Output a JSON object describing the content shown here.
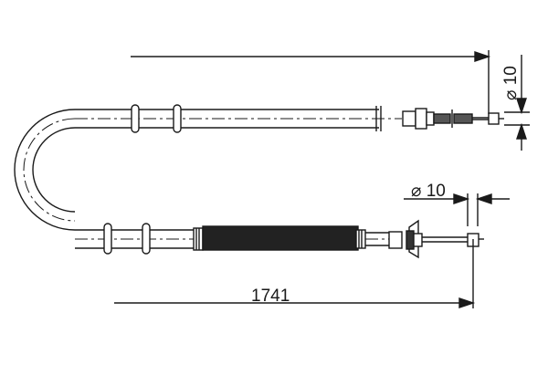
{
  "drawing": {
    "type": "technical-drawing",
    "subject": "parking brake cable",
    "line_color": "#1a1a1a",
    "background": "#ffffff"
  },
  "dimensions": {
    "length": "1741",
    "diameter_top": "⌀ 10",
    "diameter_bottom": "⌀ 10"
  }
}
